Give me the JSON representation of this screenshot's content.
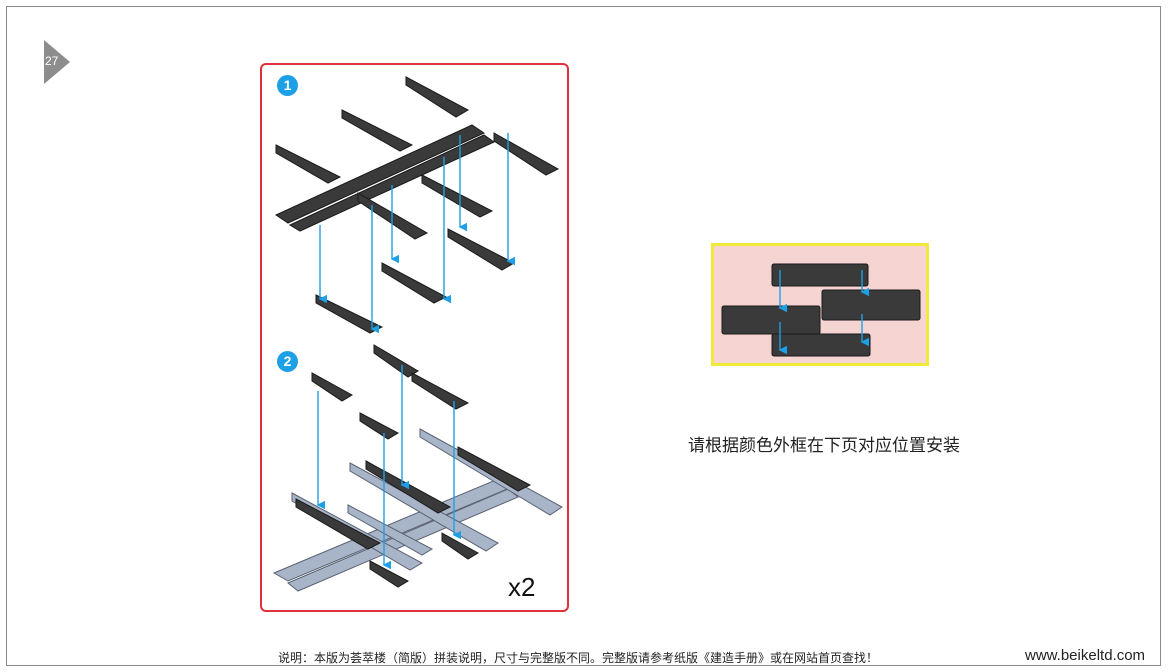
{
  "page": {
    "number": "27"
  },
  "steps": [
    {
      "label": "1"
    },
    {
      "label": "2"
    }
  ],
  "multiplier": "x2",
  "legend": {
    "instruction": "请根据颜色外框在下页对应位置安装"
  },
  "footer": {
    "note": "说明：本版为荟萃楼（简版）拼装说明，尺寸与完整版不同。完整版请参考纸版《建造手册》或在网站首页查找！",
    "website": "www.beikeltd.com"
  },
  "colors": {
    "panel_border": "#e0303a",
    "badge": "#1ea0e6",
    "arrow": "#1ea0e6",
    "brick_dark": "#3a3a3a",
    "brick_light": "#a8b4c8",
    "legend_fill": "#f6d4d2",
    "legend_border": "#f2ea3a"
  }
}
